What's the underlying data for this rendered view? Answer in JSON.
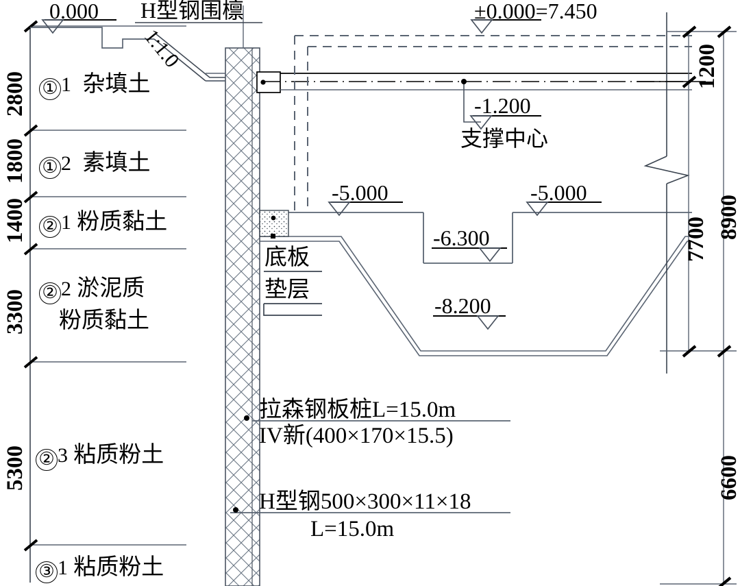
{
  "drawing": {
    "title_labels": {
      "ground_elev": "0.000",
      "waling": "H型钢围檩",
      "slope_ratio": "1:1.0",
      "datum": "±0.000=7.450",
      "strut_elev": "-1.200",
      "strut_center": "支撑中心",
      "excav_left": "-5.000",
      "excav_right": "-5.000",
      "base_slab_elev": "-6.300",
      "pit_bottom_elev": "-8.200",
      "base_slab": "底板",
      "cushion": "垫层"
    },
    "soil_layers": [
      {
        "code": "①",
        "sub": "1",
        "name": "杂填土",
        "thickness": "2800"
      },
      {
        "code": "①",
        "sub": "2",
        "name": "素填土",
        "thickness": "1800"
      },
      {
        "code": "②",
        "sub": "1",
        "name": "粉质黏土",
        "thickness": "1400"
      },
      {
        "code": "②",
        "sub": "2",
        "name": "淤泥质",
        "name2": "粉质黏土",
        "thickness": "3300"
      },
      {
        "code": "②",
        "sub": "3",
        "name": "粘质粉土",
        "thickness": "5300"
      },
      {
        "code": "③",
        "sub": "1",
        "name": "粘质粉土",
        "thickness": ""
      }
    ],
    "dimensions_right": [
      {
        "value": "1200"
      },
      {
        "value": "7700"
      },
      {
        "value": "8900"
      },
      {
        "value": "6600"
      }
    ],
    "notes": {
      "sheetpile_line1": "拉森钢板桩L=15.0m",
      "sheetpile_line2": "IV新(400×170×15.5)",
      "hbeam_line1": "H型钢500×300×11×18",
      "hbeam_line2": "L=15.0m"
    },
    "colors": {
      "line": "#000000",
      "thin_line": "#5a6472",
      "hatch": "#6a7684",
      "background": "#ffffff"
    }
  }
}
